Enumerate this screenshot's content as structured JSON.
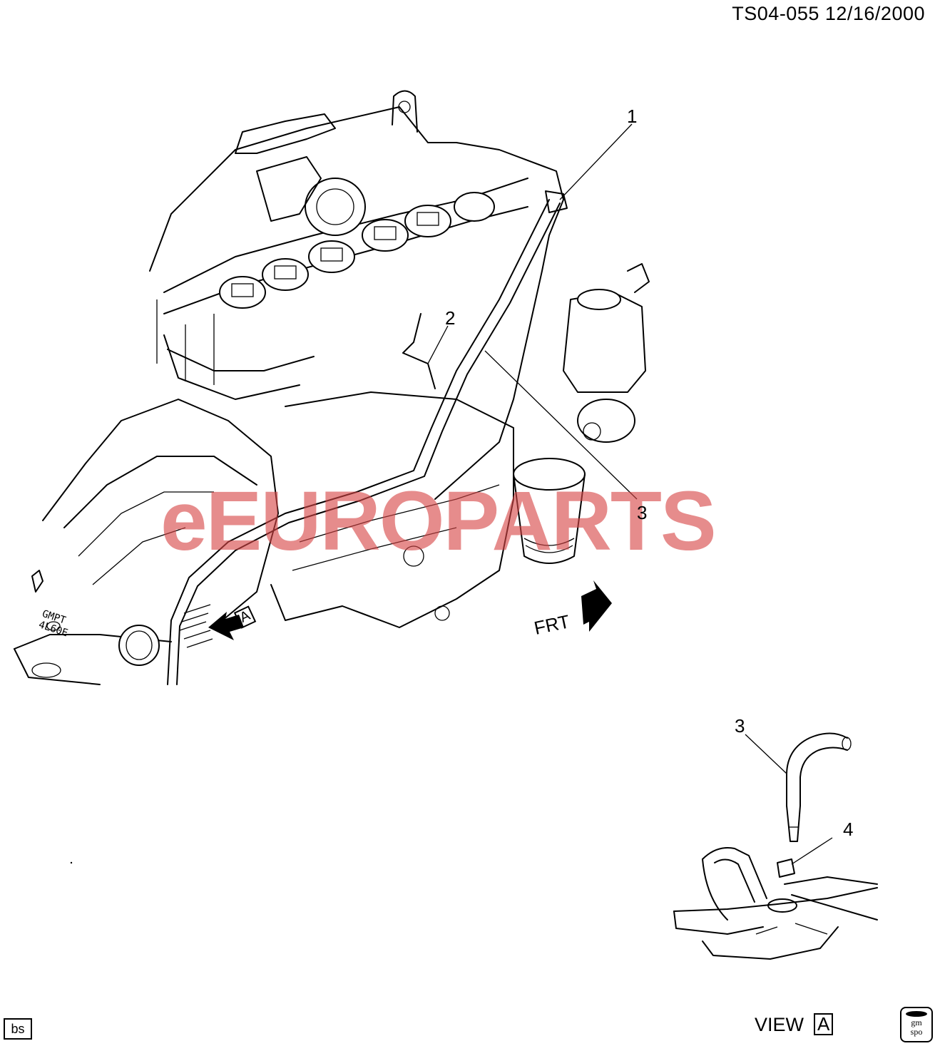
{
  "header": {
    "doc_id": "TS04-055  12/16/2000"
  },
  "callouts": [
    {
      "number": "1"
    },
    {
      "number": "2"
    },
    {
      "number": "3"
    },
    {
      "number": "3"
    },
    {
      "number": "4"
    }
  ],
  "direction": {
    "front_label": "FRT",
    "view_ref_letter": "A"
  },
  "transmission_label": "GMPT\n4L60E",
  "view": {
    "label": "VIEW",
    "letter": "A"
  },
  "footer": {
    "illustrator_code": "bs",
    "logo_text": "gm\nspo"
  },
  "watermark": "eEUROPARTS"
}
